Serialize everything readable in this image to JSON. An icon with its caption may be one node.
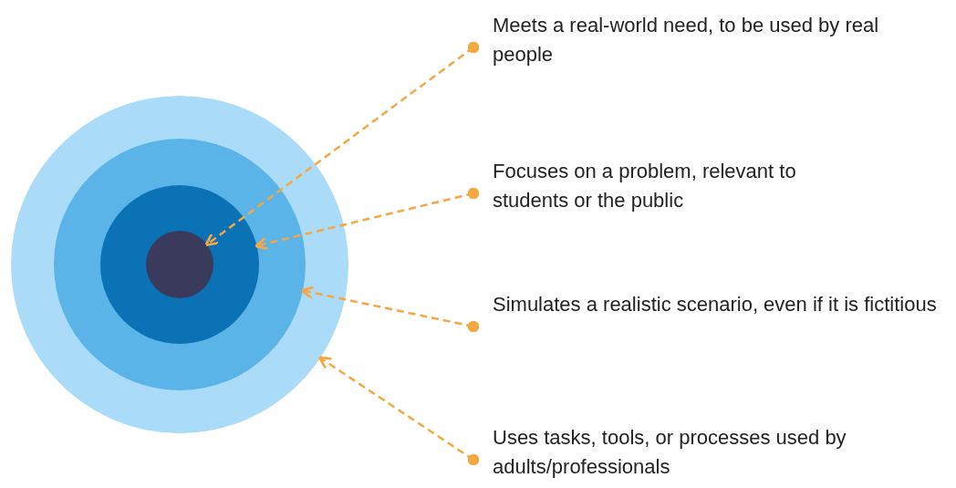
{
  "diagram": {
    "nodes": [
      {
        "text": [],
        "shape": "circle"
      },
      {
        "text": [],
        "shape": "circle",
        "in": 0
      },
      {
        "text": [],
        "shape": "circle",
        "in": 1
      },
      {
        "text": [],
        "shape": "circle",
        "in": 2
      },
      {
        "text": [
          "Meets a real-world need, to be used by real people"
        ]
      },
      {
        "text": [
          "Focuses on a problem, relevant to students or the public"
        ]
      },
      {
        "text": [
          "Simulates a realistic scenario, even if it is fictitious"
        ]
      },
      {
        "text": [
          "Uses tasks, tools, or processes used by adults/professionals"
        ]
      }
    ],
    "edges": [
      {
        "from": 4,
        "to": 3,
        "arrow": "to",
        "style": "dashed"
      },
      {
        "from": 5,
        "to": 2,
        "arrow": "to",
        "style": "dashed"
      },
      {
        "from": 6,
        "to": 1,
        "arrow": "to",
        "style": "dashed"
      },
      {
        "from": 7,
        "to": 0,
        "arrow": "to",
        "style": "dashed"
      }
    ]
  }
}
